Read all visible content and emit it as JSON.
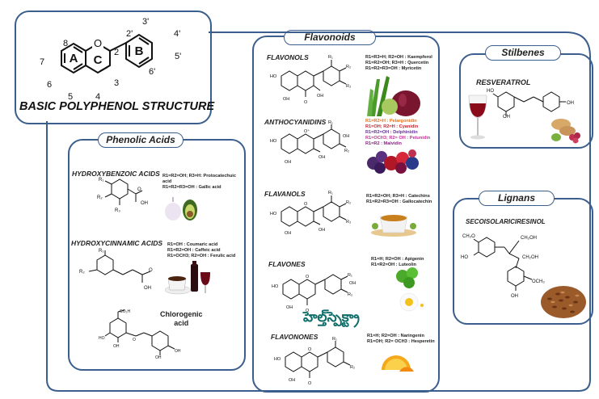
{
  "basic": {
    "title": "BASIC POLYPHENOL STRUCTURE",
    "ring_a": "A",
    "ring_b": "B",
    "ring_c": "C",
    "oxygen": "O",
    "positions": {
      "p2p": "2'",
      "p3p": "3'",
      "p4p": "4'",
      "p5p": "5'",
      "p6p": "6'",
      "p2": "2",
      "p3": "3",
      "p4": "4",
      "p5": "5",
      "p6": "6",
      "p7": "7",
      "p8": "8"
    }
  },
  "flavonoids": {
    "title": "Flavonoids",
    "flavonols": {
      "name": "FLAVONOLS",
      "notes": [
        "R1=R3=H; R2=OH : Kaempferol",
        "R1=R2=OH; R3=H : Quercetin",
        "R1=R2=R3=OH : Myricetin"
      ]
    },
    "anthocyanidins": {
      "name": "ANTHOCYANIDINS",
      "notes": [
        {
          "text": "R1=R2=H : Pelargonidin",
          "color": "#e8701a"
        },
        {
          "text": "R1=OH; R2=H : Cyanidin",
          "color": "#d0202a"
        },
        {
          "text": "R1=R2=OH : Delphinidin",
          "color": "#6a2ca0"
        },
        {
          "text": "R1=OCH3; R2= OH : Petunidin",
          "color": "#c0309a"
        },
        {
          "text": "R1=R2 : Malvidin",
          "color": "#8a2080"
        }
      ]
    },
    "flavanols": {
      "name": "FLAVANOLS",
      "notes": [
        "R1=R2=OH; R3=H : Catechins",
        "R1=R2=R3=OH : Gallocatechin"
      ]
    },
    "flavones": {
      "name": "FLAVONES",
      "notes": [
        "R1=H; R2=OH : Apigenin",
        "R1=R2=OH : Luteolin"
      ]
    },
    "flavonones": {
      "name": "FLAVONONES",
      "notes": [
        "R1=H; R2=OH : Naringenin",
        "R1=OH; R2= OCH3 : Hesperetin"
      ]
    },
    "watermark": "హెల్త్‌స్పెక్ట్రా"
  },
  "phenolic": {
    "title": "Phenolic Acids",
    "hba": {
      "name": "HYDROXYBENZOIC ACIDS",
      "notes": [
        "R1=R2=OH; R3=H: Protocatechuic",
        "acid",
        "R1=R2=R3=OH : Gallic acid"
      ]
    },
    "hca": {
      "name": "HYDROXYCINNAMIC ACIDS",
      "notes": [
        "R1=OH : Coumaric acid",
        "R1=R2=OH : Caffeic acid",
        "R1=OCH3; R2=OH : Ferulic acid"
      ]
    },
    "chlorogenic": [
      "Chlorogenic",
      "acid"
    ]
  },
  "stilbenes": {
    "title": "Stilbenes",
    "name": "RESVERATROL"
  },
  "lignans": {
    "title": "Lignans",
    "name": "SECOISOLARICIRESINOL"
  }
}
